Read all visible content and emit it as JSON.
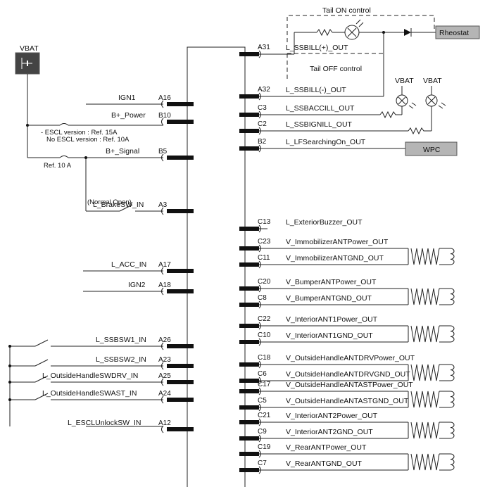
{
  "vbat_main": "VBAT",
  "vbat_lamp1": "VBAT",
  "vbat_lamp2": "VBAT",
  "tail_on_control": "Tail ON control",
  "tail_off_control": "Tail OFF control",
  "rheostat": "Rheostat",
  "wpc": "WPC",
  "fuse_notes": [
    "- ESCL version : Ref. 15A",
    "No ESCL version : Ref. 10A"
  ],
  "fuse_ref": "Ref. 10 A",
  "brake_note": "(Normal Open)",
  "left_pins": [
    {
      "pin": "A16",
      "signal": "IGN1"
    },
    {
      "pin": "B10",
      "signal": "B+_Power"
    },
    {
      "pin": "B5",
      "signal": "B+_Signal"
    },
    {
      "pin": "A3",
      "signal": "L_BrakeSW_IN"
    },
    {
      "pin": "A17",
      "signal": "L_ACC_IN"
    },
    {
      "pin": "A18",
      "signal": "IGN2"
    },
    {
      "pin": "A26",
      "signal": "L_SSBSW1_IN"
    },
    {
      "pin": "A23",
      "signal": "L_SSBSW2_IN"
    },
    {
      "pin": "A25",
      "signal": "L_OutsideHandleSWDRV_IN"
    },
    {
      "pin": "A24",
      "signal": "L_OutsideHandleSWAST_IN"
    },
    {
      "pin": "A12",
      "signal": "L_ESCLUnlockSW_IN"
    }
  ],
  "right_pins": [
    {
      "pin": "A31",
      "signal": "L_SSBILL(+)_OUT"
    },
    {
      "pin": "A32",
      "signal": "L_SSBILL(-)_OUT"
    },
    {
      "pin": "C3",
      "signal": "L_SSBACCILL_OUT"
    },
    {
      "pin": "C2",
      "signal": "L_SSBIGNILL_OUT"
    },
    {
      "pin": "B2",
      "signal": "L_LFSearchingOn_OUT"
    },
    {
      "pin": "C13",
      "signal": "L_ExteriorBuzzer_OUT"
    },
    {
      "pin": "C23",
      "signal": "V_ImmobilizerANTPower_OUT"
    },
    {
      "pin": "C11",
      "signal": "V_ImmobilizerANTGND_OUT"
    },
    {
      "pin": "C20",
      "signal": "V_BumperANTPower_OUT"
    },
    {
      "pin": "C8",
      "signal": "V_BumperANTGND_OUT"
    },
    {
      "pin": "C22",
      "signal": "V_InteriorANT1Power_OUT"
    },
    {
      "pin": "C10",
      "signal": "V_InteriorANT1GND_OUT"
    },
    {
      "pin": "C18",
      "signal": "V_OutsideHandleANTDRVPower_OUT"
    },
    {
      "pin": "C6",
      "signal": "V_OutsideHandleANTDRVGND_OUT"
    },
    {
      "pin": "C17",
      "signal": "V_OutsideHandleANTASTPower_OUT"
    },
    {
      "pin": "C5",
      "signal": "V_OutsideHandleANTASTGND_OUT"
    },
    {
      "pin": "C21",
      "signal": "V_InteriorANT2Power_OUT"
    },
    {
      "pin": "C9",
      "signal": "V_InteriorANT2GND_OUT"
    },
    {
      "pin": "C19",
      "signal": "V_RearANTPower_OUT"
    },
    {
      "pin": "C7",
      "signal": "V_RearANTGND_OUT"
    }
  ]
}
